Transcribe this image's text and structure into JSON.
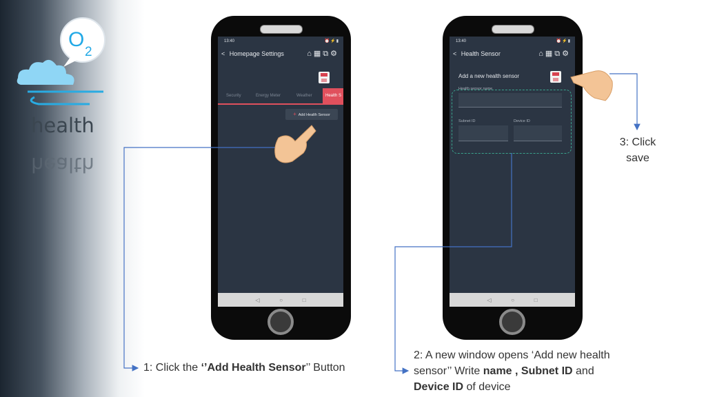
{
  "left": {
    "word": "health",
    "logo_text": "O",
    "logo_sub": "2"
  },
  "phone1": {
    "time": "13:40",
    "title": "Homepage Settings",
    "tabs": [
      "Security",
      "Energy Meter",
      "Weather",
      "Health S"
    ],
    "add_button": "Add Health Sensor"
  },
  "phone2": {
    "time": "13:40",
    "title": "Health Sensor",
    "panel_title": "Add a new health sensor",
    "name_label": "Health sensor name",
    "subnet_label": "Subnet ID",
    "device_label": "Device ID"
  },
  "captions": {
    "step1_a": "1: Click the ",
    "step1_b": "‘’Add Health Sensor",
    "step1_c": "’’ Button",
    "step2_a": "2: A new window opens ‘Add new health sensor’’ Write ",
    "step2_b": "name , Subnet ID",
    "step2_c": " and ",
    "step2_d": "Device ID",
    "step2_e": " of device",
    "step3": "3: Click save"
  },
  "colors": {
    "accent": "#e0505d",
    "screen": "#2b3543",
    "connector": "#4472c4",
    "dash": "#3aa58e"
  }
}
